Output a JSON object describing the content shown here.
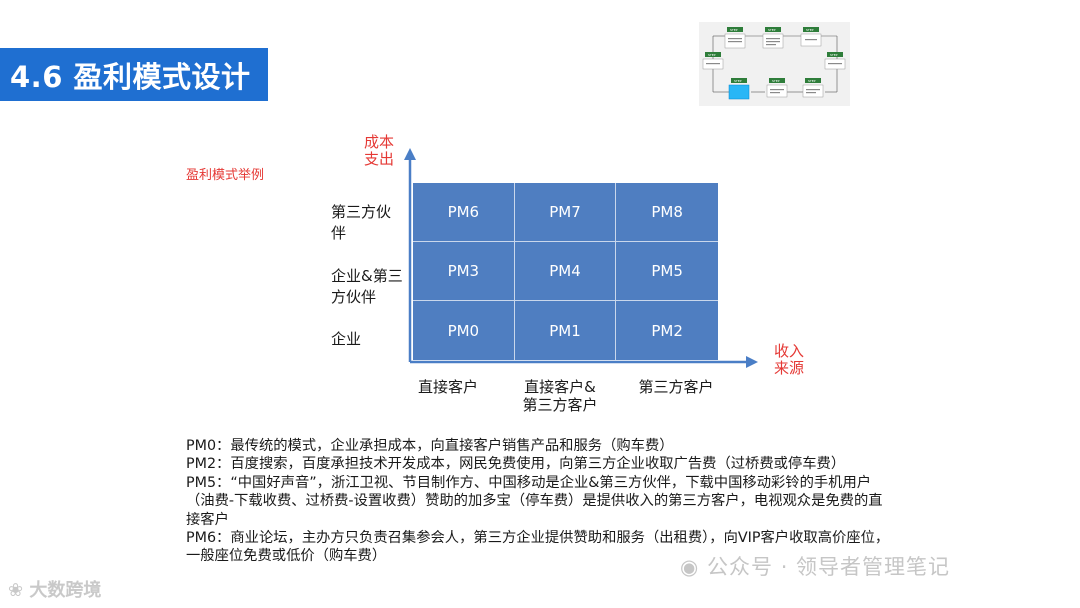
{
  "header": {
    "title": "4.6 盈利模式设计"
  },
  "subtitle": "盈利模式举例",
  "diagram": {
    "y_axis_label": [
      "成本",
      "支出"
    ],
    "x_axis_label": [
      "收入",
      "来源"
    ],
    "row_labels": [
      [
        "第三方伙",
        "伴"
      ],
      [
        "企业&第三",
        "方伙伴"
      ],
      [
        "企业"
      ]
    ],
    "col_labels": [
      [
        "直接客户"
      ],
      [
        "直接客户&",
        "第三方客户"
      ],
      [
        "第三方客户"
      ]
    ],
    "cells": [
      [
        "PM6",
        "PM7",
        "PM8"
      ],
      [
        "PM3",
        "PM4",
        "PM5"
      ],
      [
        "PM0",
        "PM1",
        "PM2"
      ]
    ]
  },
  "descriptions": [
    "PM0：最传统的模式，企业承担成本，向直接客户销售产品和服务（购车费）",
    "PM2：百度搜索，百度承担技术开发成本，网民免费使用，向第三方企业收取广告费（过桥费或停车费）",
    "PM5：“中国好声音”，浙江卫视、节目制作方、中国移动是企业&第三方伙伴，下载中国移动彩铃的手机用户",
    "（油费-下载收费、过桥费-设置收费）赞助的加多宝（停车费）是提供收入的第三方客户，电视观众是免费的直",
    "接客户",
    "PM6：商业论坛，主办方只负责召集参会人，第三方企业提供赞助和服务（出租费），向VIP客户收取高价座位，",
    "一般座位免费或低价（购车费）"
  ],
  "thumbnail": {
    "step_label": "STEP"
  },
  "watermarks": {
    "left": "大数跨境",
    "right": "公众号 · 领导者管理笔记"
  }
}
